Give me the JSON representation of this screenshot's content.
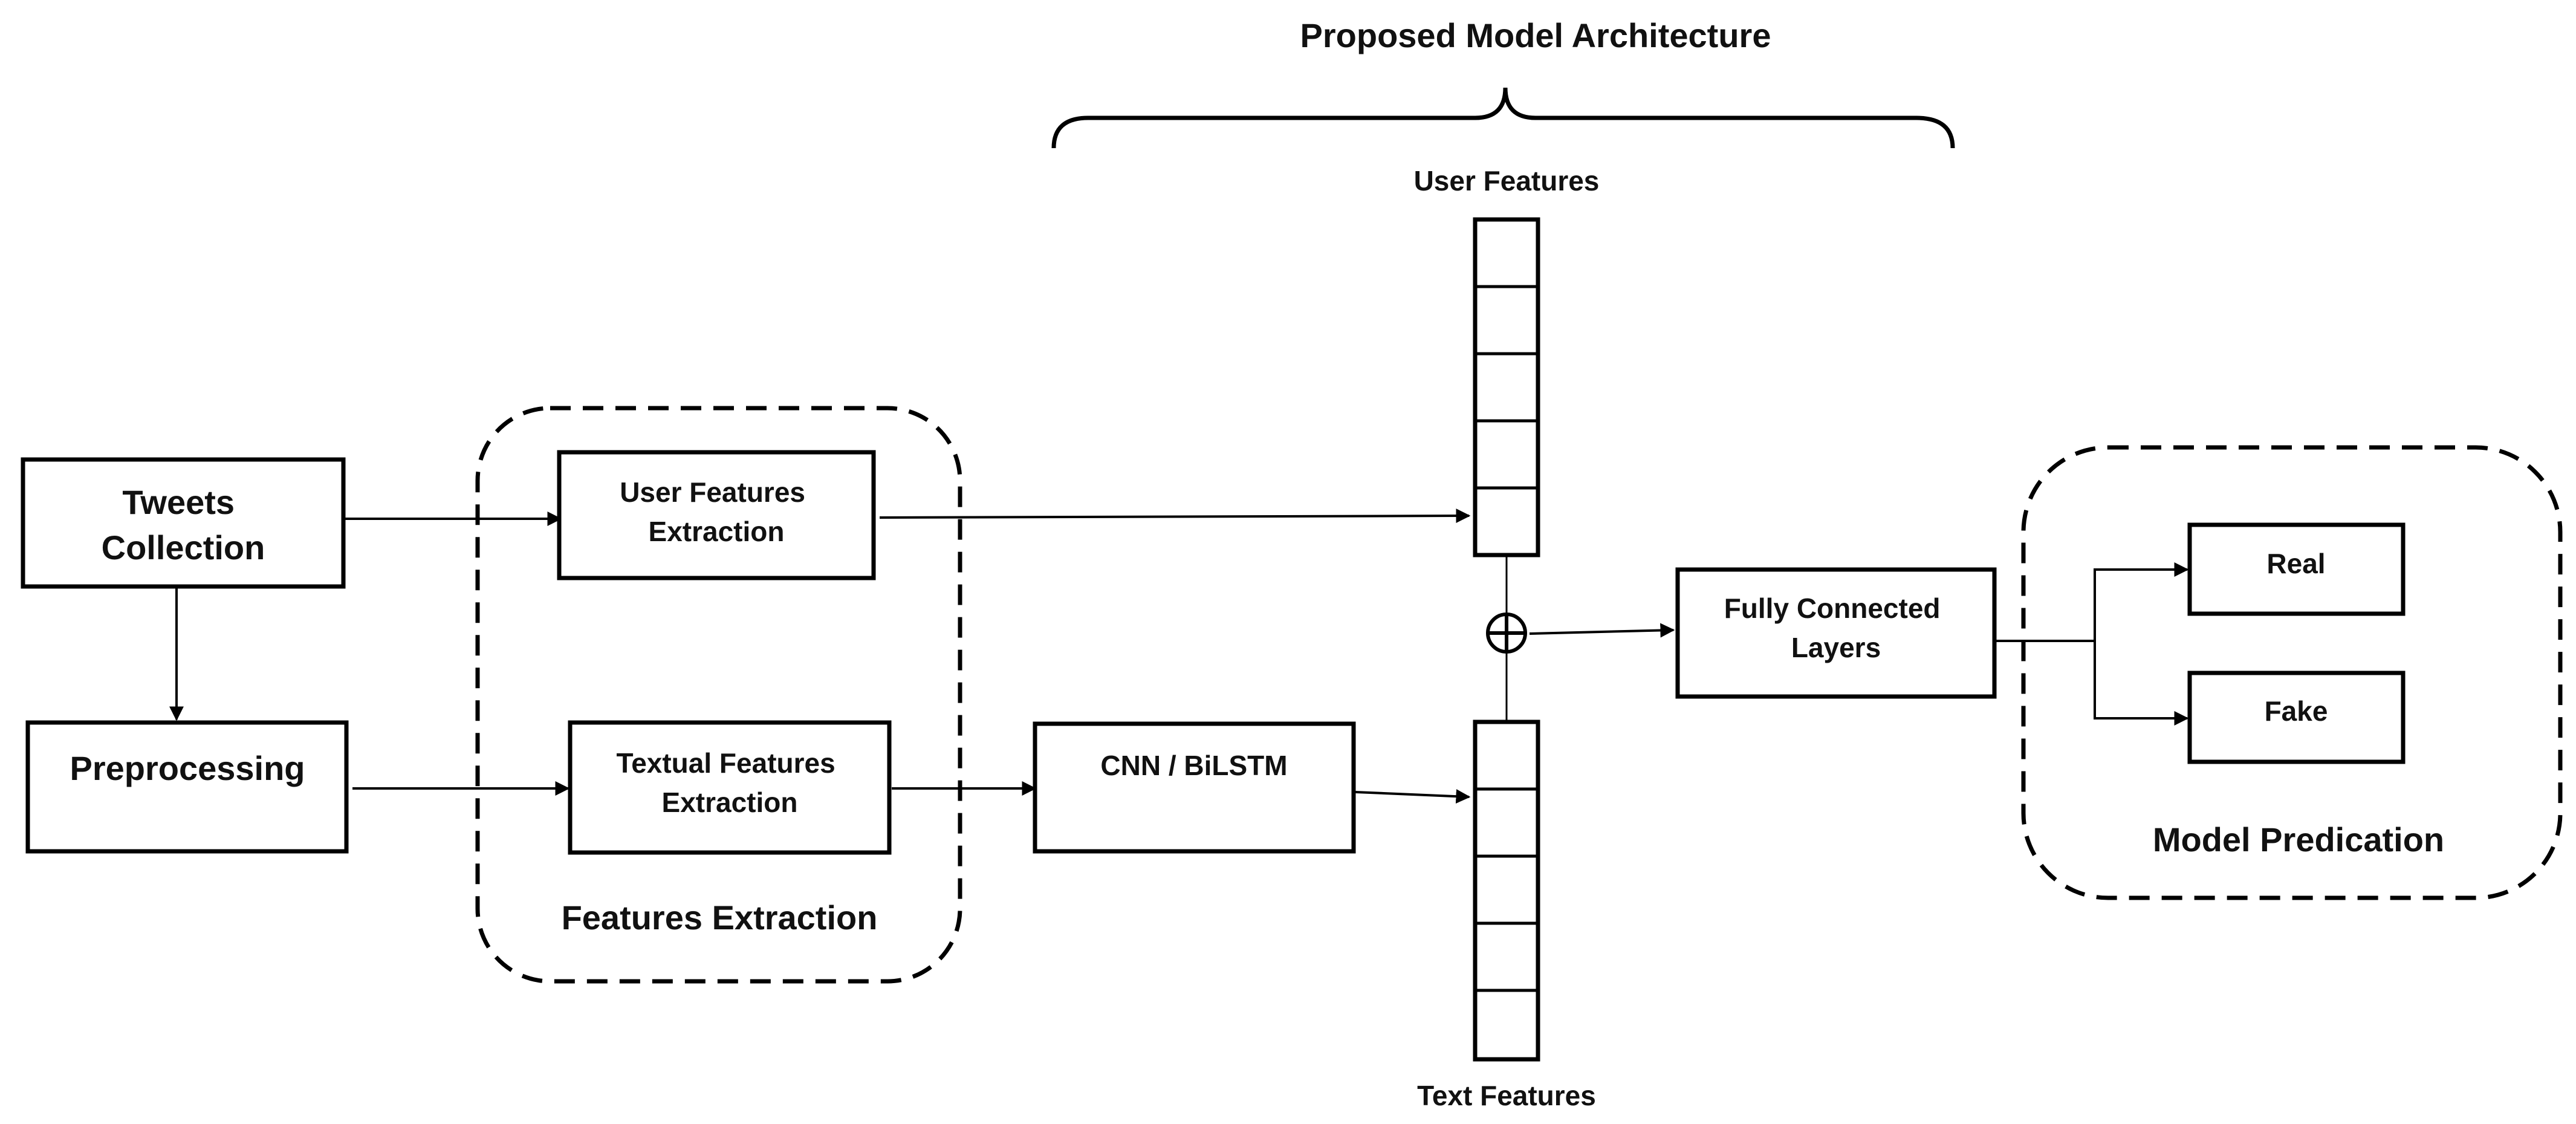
{
  "title": "Proposed Model Architecture",
  "nodes": {
    "tweets_collection": [
      "Tweets",
      "Collection"
    ],
    "preprocessing": [
      "Preprocessing"
    ],
    "user_features_extraction": [
      "User Features",
      "Extraction"
    ],
    "textual_features_extraction": [
      "Textual Features",
      "Extraction"
    ],
    "cnn_bilstm": [
      "CNN / BiLSTM"
    ],
    "fully_connected": [
      "Fully Connected",
      "Layers"
    ],
    "real": [
      "Real"
    ],
    "fake": [
      "Fake"
    ]
  },
  "groups": {
    "features_extraction": "Features Extraction",
    "model_prediction": "Model Predication"
  },
  "vectors": {
    "user": "User Features",
    "text": "Text Features"
  },
  "concat_symbol": "⊕",
  "edges": [
    [
      "tweets_collection",
      "user_features_extraction"
    ],
    [
      "tweets_collection",
      "preprocessing"
    ],
    [
      "preprocessing",
      "textual_features_extraction"
    ],
    [
      "user_features_extraction",
      "user_features_vector"
    ],
    [
      "textual_features_extraction",
      "cnn_bilstm"
    ],
    [
      "cnn_bilstm",
      "text_features_vector"
    ],
    [
      "concat",
      "fully_connected"
    ],
    [
      "fully_connected",
      "real"
    ],
    [
      "fully_connected",
      "fake"
    ]
  ]
}
